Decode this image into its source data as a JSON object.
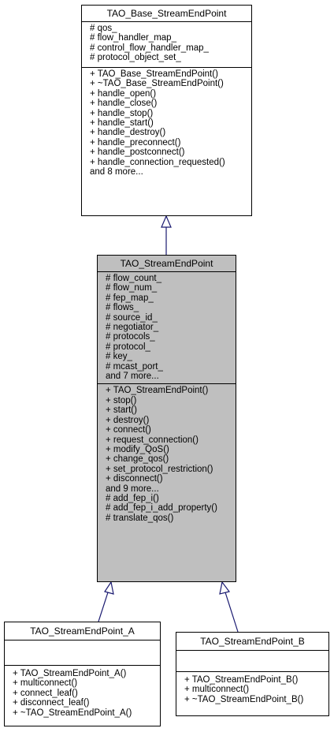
{
  "classes": {
    "base": {
      "title": "TAO_Base_StreamEndPoint",
      "attributes": [
        "# qos_",
        "# flow_handler_map_",
        "# control_flow_handler_map_",
        "# protocol_object_set_"
      ],
      "methods": [
        "+ TAO_Base_StreamEndPoint()",
        "+ ~TAO_Base_StreamEndPoint()",
        "+ handle_open()",
        "+ handle_close()",
        "+ handle_stop()",
        "+ handle_start()",
        "+ handle_destroy()",
        "+ handle_preconnect()",
        "+ handle_postconnect()",
        "+ handle_connection_requested()",
        "and 8 more..."
      ]
    },
    "stream": {
      "title": "TAO_StreamEndPoint",
      "attributes": [
        "# flow_count_",
        "# flow_num_",
        "# fep_map_",
        "# flows_",
        "# source_id_",
        "# negotiator_",
        "# protocols_",
        "# protocol_",
        "# key_",
        "# mcast_port_",
        "and 7 more..."
      ],
      "methods": [
        "+ TAO_StreamEndPoint()",
        "+ stop()",
        "+ start()",
        "+ destroy()",
        "+ connect()",
        "+ request_connection()",
        "+ modify_QoS()",
        "+ change_qos()",
        "+ set_protocol_restriction()",
        "+ disconnect()",
        "and 9 more...",
        "# add_fep_i()",
        "# add_fep_i_add_property()",
        "# translate_qos()"
      ]
    },
    "a": {
      "title": "TAO_StreamEndPoint_A",
      "attributes": [],
      "methods": [
        "+ TAO_StreamEndPoint_A()",
        "+ multiconnect()",
        "+ connect_leaf()",
        "+ disconnect_leaf()",
        "+ ~TAO_StreamEndPoint_A()"
      ]
    },
    "b": {
      "title": "TAO_StreamEndPoint_B",
      "attributes": [],
      "methods": [
        "+ TAO_StreamEndPoint_B()",
        "+ multiconnect()",
        "+ ~TAO_StreamEndPoint_B()"
      ]
    }
  },
  "colors": {
    "highlight_fill": "#bfbfbf",
    "edge": "#191970"
  }
}
